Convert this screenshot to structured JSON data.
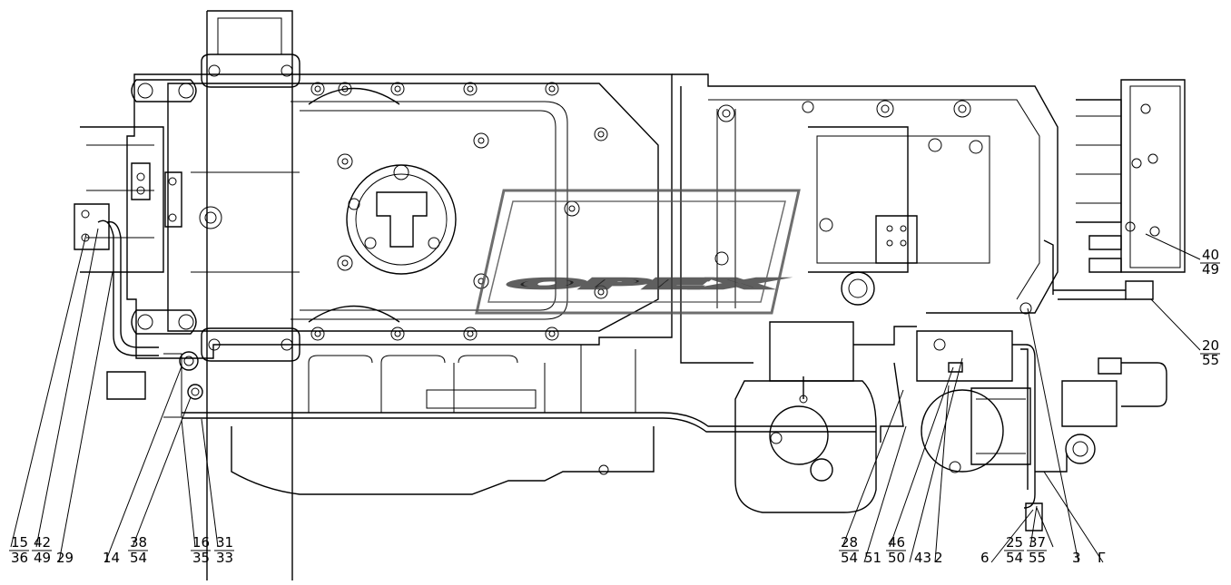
{
  "watermark": {
    "text": "OPEX"
  },
  "callouts": {
    "c15": "15",
    "c36": "36",
    "c42": "42",
    "c49a": "49",
    "c29": "29",
    "c14": "14",
    "c38": "38",
    "c54a": "54",
    "c16": "16",
    "c35": "35",
    "c31": "31",
    "c33": "33",
    "c28": "28",
    "c54b": "54",
    "c51": "51",
    "c46": "46",
    "c50": "50",
    "c43": "43",
    "c2": "2",
    "c6": "6",
    "c25": "25",
    "c54c": "54",
    "c37": "37",
    "c55a": "55",
    "c3": "3",
    "cG": "Г",
    "c40": "40",
    "c49b": "49",
    "c20": "20",
    "c55b": "55"
  }
}
